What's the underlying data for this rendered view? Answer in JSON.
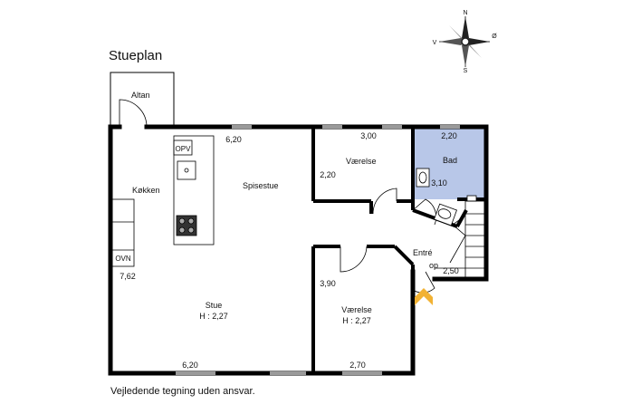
{
  "title": "Stueplan",
  "disclaimer": "Vejledende tegning uden ansvar.",
  "compass": {
    "n": "N",
    "s": "S",
    "v": "V",
    "o": "Ø"
  },
  "colors": {
    "wall": "#000000",
    "bathroom_fill": "#b8c7e8",
    "entrance_arrow": "#f2b233",
    "window": "#9a9a9a"
  },
  "rooms": {
    "altan": "Altan",
    "kokken": "Køkken",
    "spisestue": "Spisestue",
    "stue": "Stue",
    "stue_height": "H : 2,27",
    "vaerelse_top": "Værelse",
    "vaerelse_bottom": "Værelse",
    "vaerelse_bottom_height": "H : 2,27",
    "bad": "Bad",
    "entre": "Entré",
    "op": "op"
  },
  "appliances": {
    "opv": "OPV",
    "ovn": "OVN"
  },
  "dimensions": {
    "top_living": "6,20",
    "bottom_living": "6,20",
    "left_living": "7,62",
    "vaerelse_top_width": "3,00",
    "vaerelse_top_depth": "2,20",
    "bad_width": "2,20",
    "bad_depth": "3,10",
    "vaerelse_bottom_depth": "3,90",
    "vaerelse_bottom_width": "2,70",
    "stair_width": "2,50"
  }
}
